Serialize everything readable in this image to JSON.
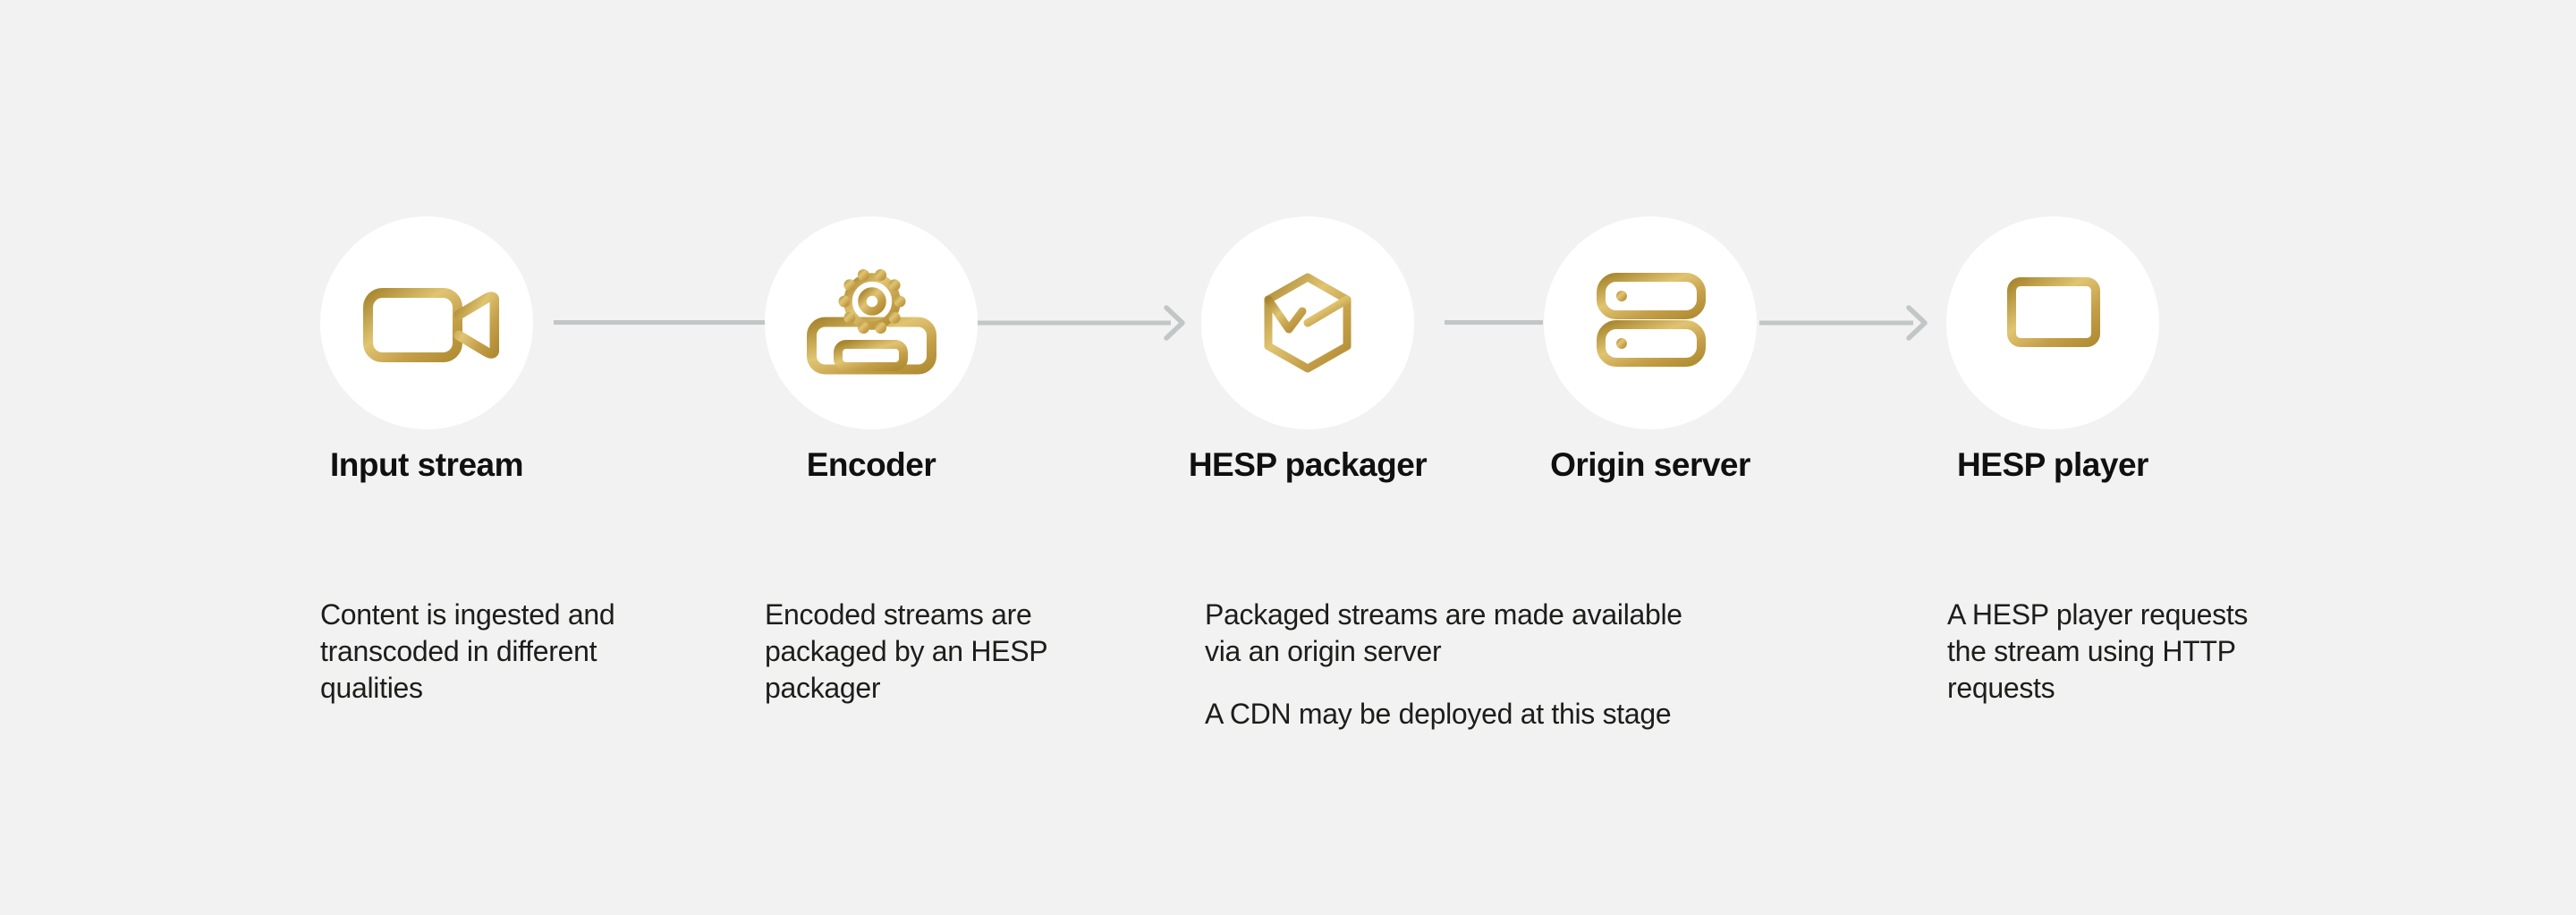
{
  "colors": {
    "background": "#f1f2f1",
    "circle": "#ffffff",
    "connector": "#c1c6c6",
    "heading": "#101010",
    "body": "#1d1d1b",
    "gold_dark": "#a8862f",
    "gold_mid": "#c5a04a",
    "gold_light": "#e0c472",
    "gold_deep": "#b08c32"
  },
  "stages": [
    {
      "icon": "video-camera-icon",
      "label": "Input stream",
      "description": "Content is ingested and\ntranscoded in different\nqualities"
    },
    {
      "icon": "encoder-gear-box-icon",
      "label": "Encoder",
      "description": "Encoded streams are\npackaged by an HESP\npackager"
    },
    {
      "icon": "package-cube-icon",
      "label": "HESP packager",
      "paragraphs": [
        "Packaged streams are made available\nvia an origin server",
        "A CDN may be deployed at this stage"
      ]
    },
    {
      "icon": "server-stack-icon",
      "label": "Origin server"
    },
    {
      "icon": "laptop-icon",
      "label": "HESP player",
      "description": "A HESP player requests\nthe stream using HTTP\nrequests"
    }
  ]
}
